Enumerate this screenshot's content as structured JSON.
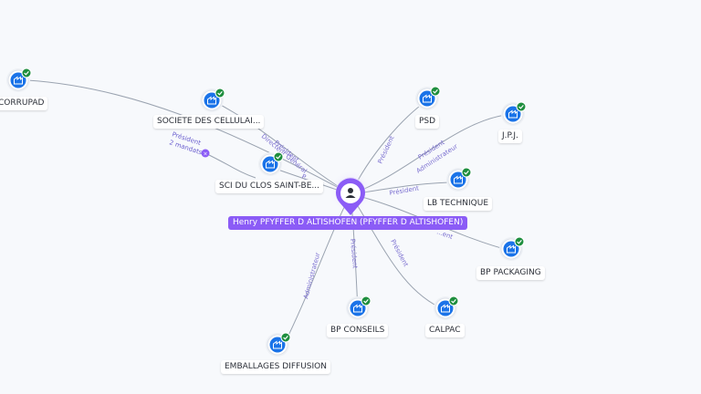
{
  "center": {
    "label": "Henry PFYFFER D ALTISHOFEN (PFYFFER D ALTISHOFEN)",
    "icon": "person-icon",
    "color": "#8b5cf6"
  },
  "colors": {
    "company_icon": "#1a73e8",
    "check_badge": "#1e8e3e",
    "edge": "#9aa3b0",
    "relation_text": "#7b6fd0"
  },
  "companies": [
    {
      "id": "corrupad",
      "label": "CORRUPAD"
    },
    {
      "id": "societe",
      "label": "SOCIETE DES CELLULAI..."
    },
    {
      "id": "sci",
      "label": "SCI DU CLOS SAINT-BE..."
    },
    {
      "id": "psd",
      "label": "PSD"
    },
    {
      "id": "jpj",
      "label": "J.P.J."
    },
    {
      "id": "lbtech",
      "label": "LB TECHNIQUE"
    },
    {
      "id": "bppack",
      "label": "BP PACKAGING"
    },
    {
      "id": "bpconseils",
      "label": "BP CONSEILS"
    },
    {
      "id": "calpac",
      "label": "CALPAC"
    },
    {
      "id": "emballages",
      "label": "EMBALLAGES DIFFUSION"
    }
  ],
  "relations": {
    "psd": "Président",
    "jpj_1": "Président",
    "jpj_2": "Administrateur",
    "lbtech": "Président",
    "bppack": "...ent",
    "bpconseils": "Président",
    "calpac": "Président",
    "emballages": "Administrateur",
    "societe_1": "Président",
    "societe_2": "Directeur Général",
    "sci": "P..."
  },
  "side_note": {
    "line1": "Président",
    "line2": "2 mandats"
  }
}
